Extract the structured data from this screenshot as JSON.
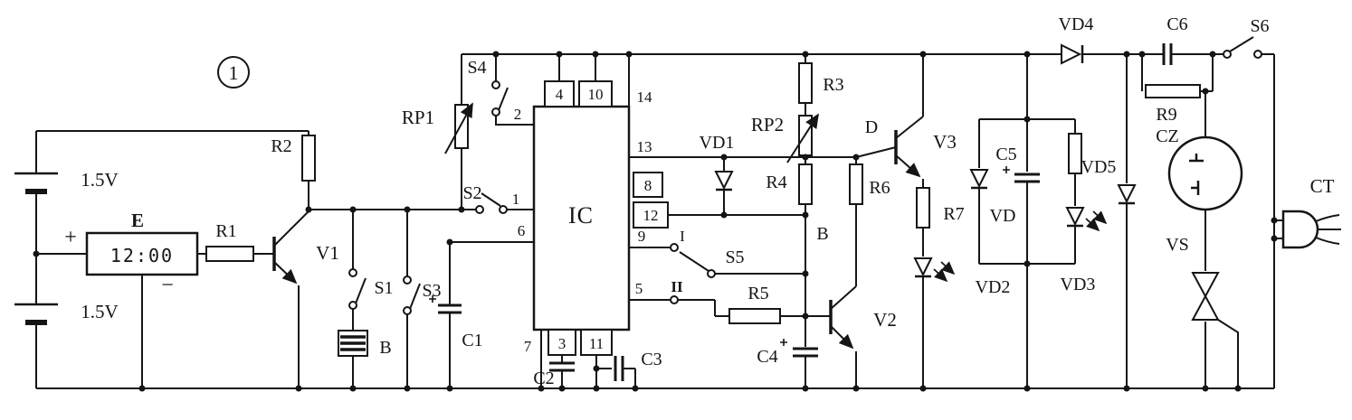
{
  "figure": {
    "number": "1"
  },
  "power": {
    "battery_top": "1.5V",
    "battery_bottom": "1.5V",
    "plus": "+",
    "minus": "−",
    "clock_name": "E",
    "clock_value": "12:00"
  },
  "ic": {
    "name": "IC",
    "pins": {
      "p1": "1",
      "p2": "2",
      "p3": "3",
      "p4": "4",
      "p5": "5",
      "p6": "6",
      "p7": "7",
      "p8": "8",
      "p9": "9",
      "p10": "10",
      "p11": "11",
      "p12": "12",
      "p13": "13",
      "p14": "14"
    }
  },
  "components": {
    "r1": "R1",
    "r2": "R2",
    "r3": "R3",
    "r4": "R4",
    "r5": "R5",
    "r6": "R6",
    "r7": "R7",
    "r9": "R9",
    "rp1": "RP1",
    "rp2": "RP2",
    "c1": "C1",
    "c2": "C2",
    "c3": "C3",
    "c4": "C4",
    "c5": "C5",
    "c6": "C6",
    "s1": "S1",
    "s2": "S2",
    "s3": "S3",
    "s4": "S4",
    "s5": "S5",
    "s6": "S6",
    "v1": "V1",
    "v2": "V2",
    "v3": "V3",
    "vd": "VD",
    "vd1": "VD1",
    "vd2": "VD2",
    "vd3": "VD3",
    "vd4": "VD4",
    "vd5": "VD5",
    "buzzer": "B",
    "cz": "CZ",
    "ct": "CT",
    "vs": "VS"
  },
  "nodes": {
    "b": "B",
    "d": "D"
  },
  "selector": {
    "pos_i": "I",
    "pos_ii": "II"
  }
}
